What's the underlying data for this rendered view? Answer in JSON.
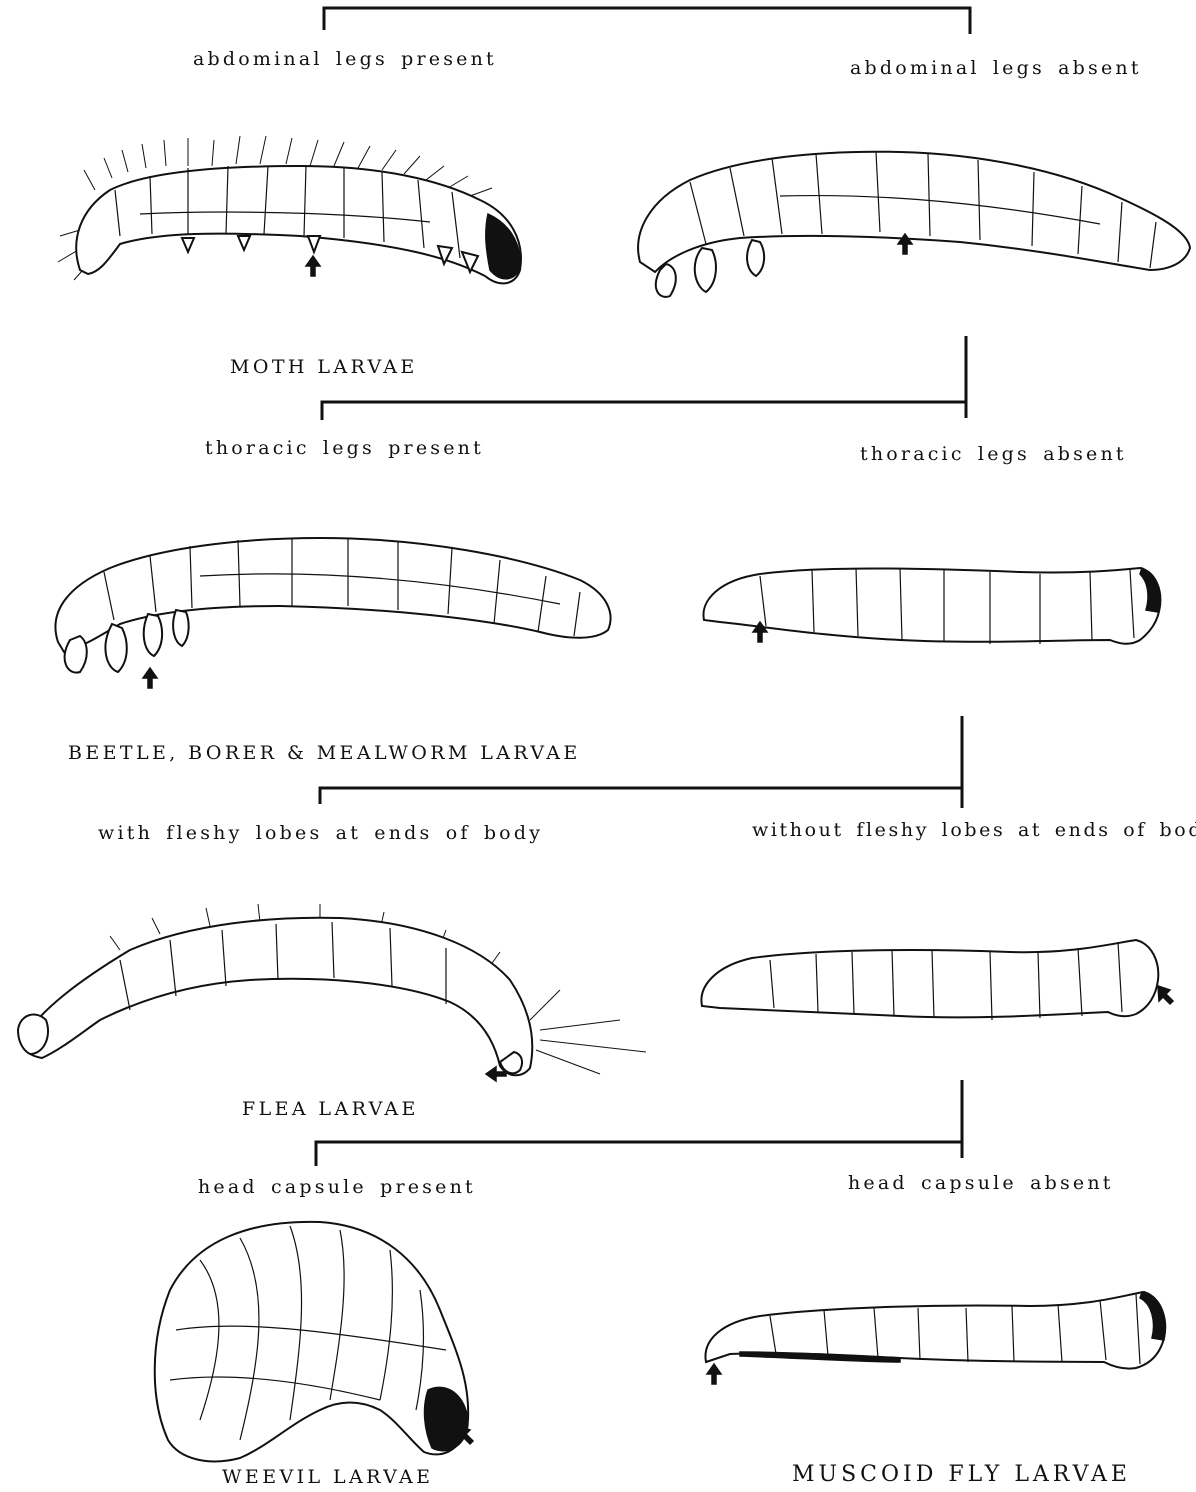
{
  "key": {
    "step1": {
      "left": "abdominal legs present",
      "right": "abdominal legs absent"
    },
    "step2": {
      "left": "thoracic legs present",
      "right": "thoracic legs absent"
    },
    "step3": {
      "left": "with fleshy lobes at ends of body",
      "right": "without fleshy lobes at ends of body"
    },
    "step4": {
      "left": "head capsule present",
      "right": "head capsule absent"
    }
  },
  "captions": {
    "moth": "MOTH LARVAE",
    "beetle": "BEETLE, BORER & MEALWORM LARVAE",
    "flea": "FLEA LARVAE",
    "weevil": "WEEVIL LARVAE",
    "muscoid": "MUSCOID FLY LARVAE"
  },
  "icons": {
    "pointer": "arrow-icon"
  }
}
